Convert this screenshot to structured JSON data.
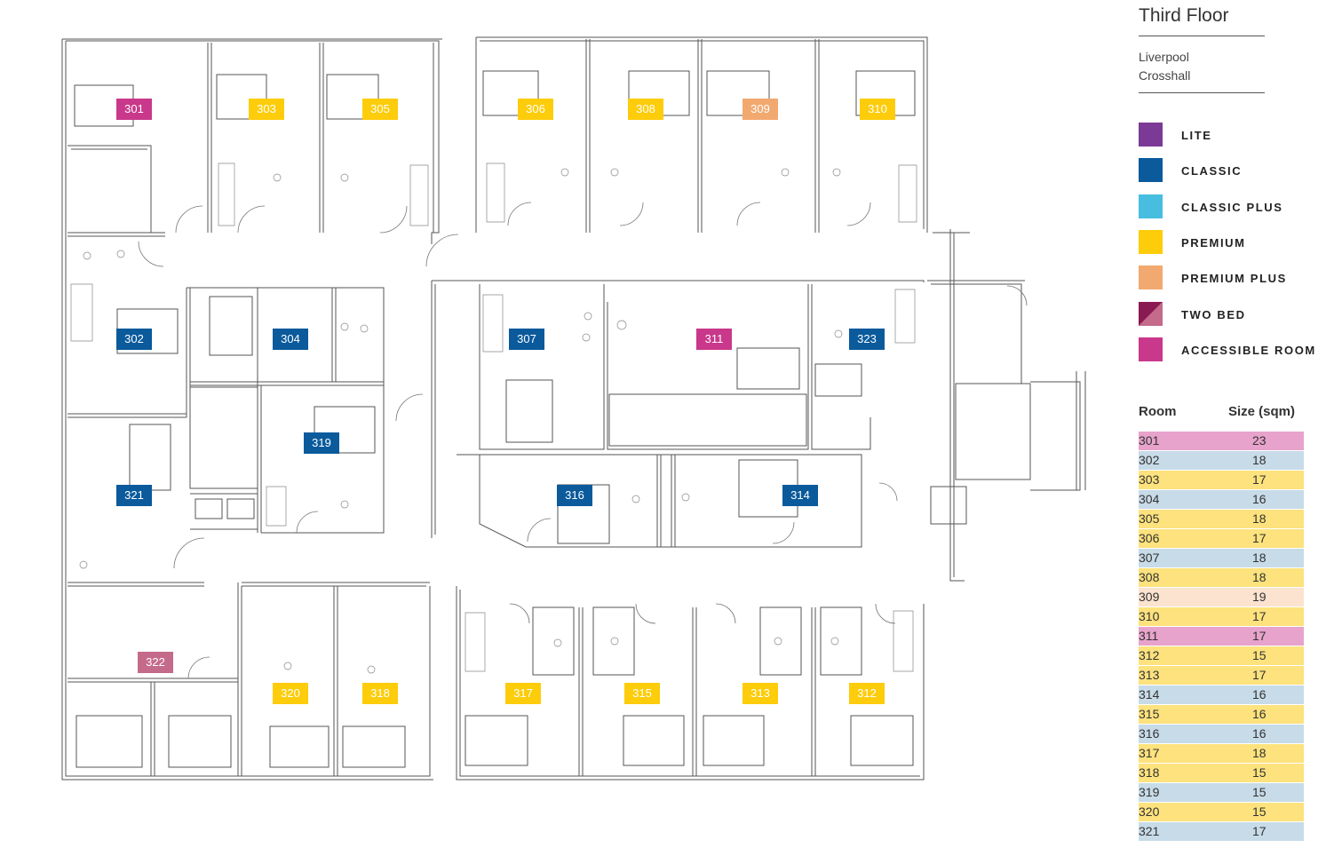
{
  "floor": {
    "title": "Third Floor",
    "location_lines": [
      "Liverpool",
      "Crosshall"
    ]
  },
  "colors": {
    "lite": "#7b3a96",
    "classic": "#0a5a9c",
    "classic_plus": "#47bde0",
    "premium": "#fdcc0a",
    "premium_plus": "#f2a970",
    "two_bed_a": "#8a1a52",
    "two_bed_b": "#c46a8a",
    "accessible": "#c9388a",
    "row_accessible": "#e7a3cb",
    "row_classic": "#c7dbe8",
    "row_premium": "#fde27d",
    "row_premium_plus": "#fbe3d0"
  },
  "legend": [
    {
      "label": "LITE",
      "type": "lite"
    },
    {
      "label": "CLASSIC",
      "type": "classic"
    },
    {
      "label": "CLASSIC PLUS",
      "type": "classic_plus"
    },
    {
      "label": "PREMIUM",
      "type": "premium"
    },
    {
      "label": "PREMIUM PLUS",
      "type": "premium_plus"
    },
    {
      "label": "TWO BED",
      "type": "two_bed"
    },
    {
      "label": "ACCESSIBLE ROOM",
      "type": "accessible"
    }
  ],
  "table": {
    "headers": [
      "Room",
      "Size (sqm)"
    ],
    "rows": [
      {
        "room": "301",
        "size": "23",
        "type": "accessible"
      },
      {
        "room": "302",
        "size": "18",
        "type": "classic"
      },
      {
        "room": "303",
        "size": "17",
        "type": "premium"
      },
      {
        "room": "304",
        "size": "16",
        "type": "classic"
      },
      {
        "room": "305",
        "size": "18",
        "type": "premium"
      },
      {
        "room": "306",
        "size": "17",
        "type": "premium"
      },
      {
        "room": "307",
        "size": "18",
        "type": "classic"
      },
      {
        "room": "308",
        "size": "18",
        "type": "premium"
      },
      {
        "room": "309",
        "size": "19",
        "type": "premium_plus"
      },
      {
        "room": "310",
        "size": "17",
        "type": "premium"
      },
      {
        "room": "311",
        "size": "17",
        "type": "accessible"
      },
      {
        "room": "312",
        "size": "15",
        "type": "premium"
      },
      {
        "room": "313",
        "size": "17",
        "type": "premium"
      },
      {
        "room": "314",
        "size": "16",
        "type": "classic"
      },
      {
        "room": "315",
        "size": "16",
        "type": "premium"
      },
      {
        "room": "316",
        "size": "16",
        "type": "classic"
      },
      {
        "room": "317",
        "size": "18",
        "type": "premium"
      },
      {
        "room": "318",
        "size": "15",
        "type": "premium"
      },
      {
        "room": "319",
        "size": "15",
        "type": "classic"
      },
      {
        "room": "320",
        "size": "15",
        "type": "premium"
      },
      {
        "room": "321",
        "size": "17",
        "type": "classic"
      }
    ]
  },
  "plan_rooms": [
    {
      "number": "301",
      "type": "accessible"
    },
    {
      "number": "302",
      "type": "classic"
    },
    {
      "number": "303",
      "type": "premium"
    },
    {
      "number": "304",
      "type": "classic"
    },
    {
      "number": "305",
      "type": "premium"
    },
    {
      "number": "306",
      "type": "premium"
    },
    {
      "number": "307",
      "type": "classic"
    },
    {
      "number": "308",
      "type": "premium"
    },
    {
      "number": "309",
      "type": "premium_plus"
    },
    {
      "number": "310",
      "type": "premium"
    },
    {
      "number": "311",
      "type": "accessible"
    },
    {
      "number": "312",
      "type": "premium"
    },
    {
      "number": "313",
      "type": "premium"
    },
    {
      "number": "314",
      "type": "classic"
    },
    {
      "number": "315",
      "type": "premium"
    },
    {
      "number": "316",
      "type": "classic"
    },
    {
      "number": "317",
      "type": "premium"
    },
    {
      "number": "318",
      "type": "premium"
    },
    {
      "number": "319",
      "type": "classic"
    },
    {
      "number": "320",
      "type": "premium"
    },
    {
      "number": "321",
      "type": "classic"
    },
    {
      "number": "322",
      "type": "two_bed"
    },
    {
      "number": "323",
      "type": "classic"
    }
  ]
}
